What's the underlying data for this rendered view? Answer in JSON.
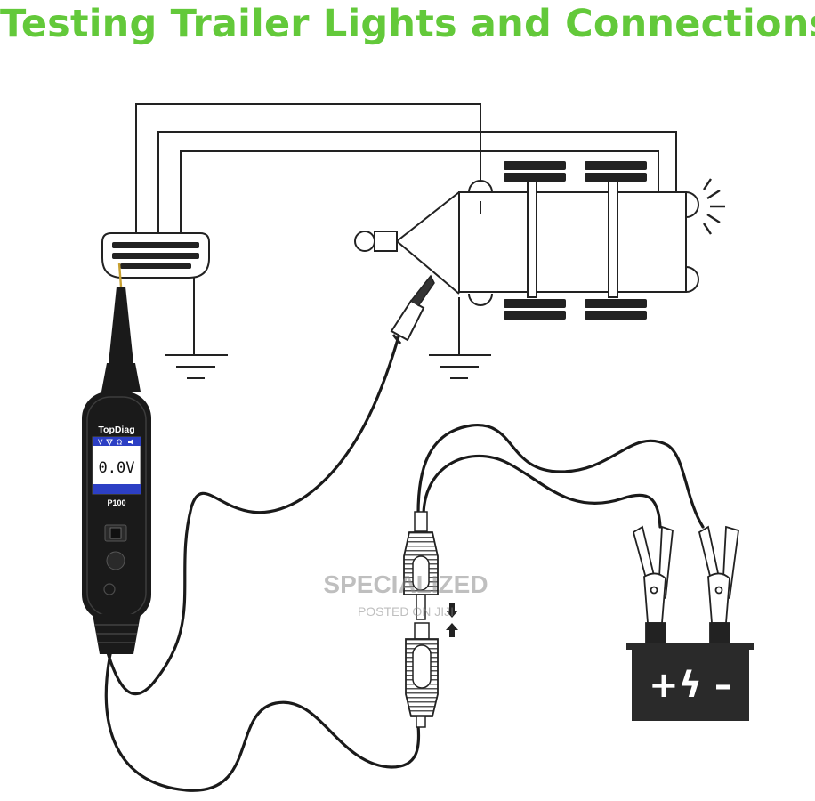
{
  "title": "Testing Trailer Lights and Connections",
  "colors": {
    "title": "#63c93a",
    "line": "#222222",
    "device": "#1a1a1a",
    "screen_bar": "#2c3fc4"
  },
  "device": {
    "brand": "TopDiag",
    "model": "P100",
    "reading": "0.0V",
    "mode_icons": [
      "V",
      "diode-icon",
      "Ω",
      "speaker-icon"
    ]
  },
  "battery": {
    "symbols": "+ϟ –",
    "terminals": [
      "+",
      "-"
    ]
  },
  "watermark": {
    "line1": "SPECIALIZED",
    "line2": "POSTED ON JIJI"
  }
}
